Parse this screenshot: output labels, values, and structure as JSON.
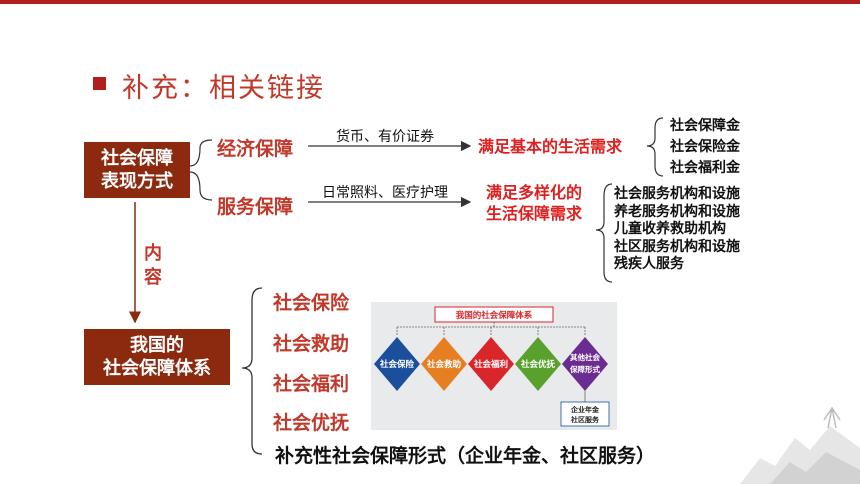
{
  "slide": {
    "heading": "补充：相关链接",
    "box_express": {
      "line1": "社会保障",
      "line2": "表现方式"
    },
    "box_system": {
      "line1": "我国的",
      "line2": "社会保障体系"
    },
    "content_label": {
      "c1": "内",
      "c2": "容"
    }
  },
  "branches": [
    {
      "category": "经济保障",
      "via": "货币、有价证券",
      "result": [
        "满足基本的生活需求"
      ],
      "items": [
        "社会保障金",
        "社会保险金",
        "社会福利金"
      ]
    },
    {
      "category": "服务保障",
      "via": "日常照料、医疗护理",
      "result": [
        "满足多样化的",
        "生活保障需求"
      ],
      "items": [
        "社会服务机构和设施",
        "养老服务机构和设施",
        "儿童收养救助机构",
        "社区服务机构和设施",
        "残疾人服务"
      ]
    }
  ],
  "system_items": [
    "社会保险",
    "社会救助",
    "社会福利",
    "社会优抚"
  ],
  "supplementary": "补充性社会保障形式（企业年金、社区服务）",
  "picture": {
    "title": "我国的社会保障体系",
    "diamonds": [
      {
        "label": "社会保险",
        "color": "#1b4f9c"
      },
      {
        "label": "社会救助",
        "color": "#e67e22"
      },
      {
        "label": "社会福利",
        "color": "#d9262b"
      },
      {
        "label": "社会优抚",
        "color": "#5aa02c"
      },
      {
        "label1": "其他社会",
        "label2": "保障形式",
        "color": "#6a2c91"
      }
    ],
    "sub_box": {
      "line1": "企业年金",
      "line2": "社区服务"
    }
  }
}
